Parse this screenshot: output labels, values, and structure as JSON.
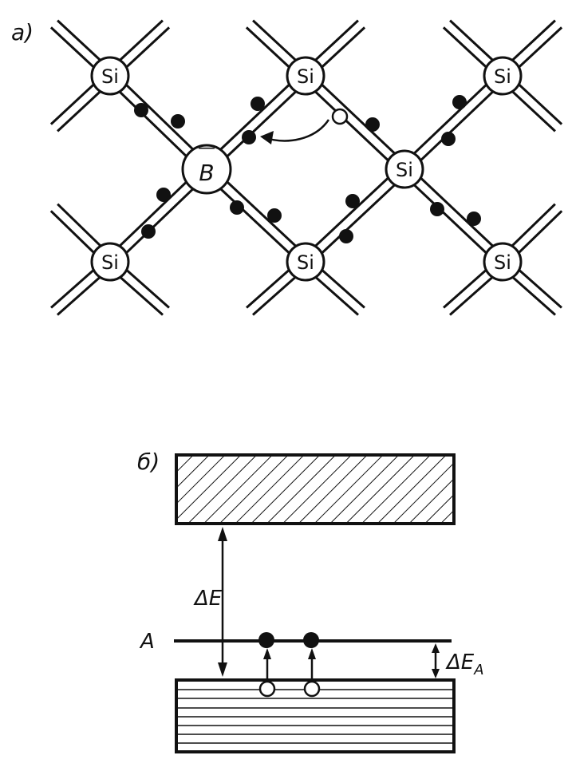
{
  "panel_a": {
    "label": "а)",
    "atoms": [
      "Si",
      "Si",
      "Si",
      "B",
      "Si",
      "Si",
      "Si",
      "Si"
    ],
    "acceptor_bar": "—"
  },
  "panel_b": {
    "label": "б)",
    "level_label": "A",
    "gap_label": "ΔE",
    "acceptor_gap_label": "ΔE",
    "acceptor_gap_sub": "A"
  }
}
